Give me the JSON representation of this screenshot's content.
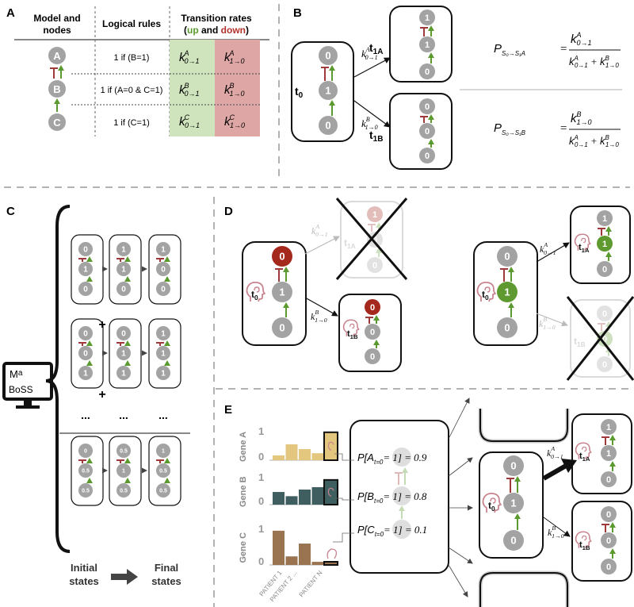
{
  "colors": {
    "node_gray": "#a3a3a3",
    "node_red": "#a5281c",
    "node_green": "#5e9a2f",
    "arrow_green": "#5b9a2f",
    "inhibit_red": "#a03a3a",
    "up_green": "#5a9b2e",
    "down_red": "#b3322c",
    "cell_green": "#cfe3bd",
    "cell_red": "#dfa6a6",
    "head_pink": "#c9848f",
    "bar_gold": "#e3c77f",
    "bar_teal": "#3f5e5f",
    "bar_brown": "#9a7450"
  },
  "panel_labels": {
    "a": "A",
    "b": "B",
    "c": "C",
    "d": "D",
    "e": "E"
  },
  "panel_a": {
    "headers": {
      "model_line1": "Model and",
      "model_line2": "nodes",
      "rules": "Logical rules",
      "rates_line1": "Transition rates",
      "rates_open": "(",
      "rates_up": "up",
      "rates_and": " and ",
      "rates_down": "down",
      "rates_close": ")"
    },
    "rows": [
      {
        "node": "A",
        "rule": "1 if (B=1)"
      },
      {
        "node": "B",
        "rule": "1 if (A=0 & C=1)"
      },
      {
        "node": "C",
        "rule": "1 if (C=1)"
      }
    ]
  },
  "panel_b": {
    "t0": "t",
    "t0_sub": "0",
    "t1a": "t",
    "t1a_sub": "1A",
    "t1b": "t",
    "t1b_sub": "1B",
    "state_t0": [
      "0",
      "1",
      "0"
    ],
    "state_t1a": [
      "1",
      "1",
      "0"
    ],
    "state_t1b": [
      "0",
      "0",
      "0"
    ],
    "prob1_lhs": "P",
    "prob1_sub": "S₀→S₁A",
    "prob2_lhs": "P",
    "prob2_sub": "S₀→S₁B"
  },
  "panel_c": {
    "logo_line1": "M",
    "logo_line1b": "a",
    "logo_line2": "BoSS",
    "initial": "Initial\nstates",
    "initial_l1": "Initial",
    "initial_l2": "states",
    "final_l1": "Final",
    "final_l2": "states",
    "plus": "+",
    "dots": "...",
    "row1": [
      [
        "0",
        "1",
        "0"
      ],
      [
        "1",
        "1",
        "0"
      ],
      [
        "1",
        "0",
        "0"
      ]
    ],
    "row2": [
      [
        "0",
        "0",
        "1"
      ],
      [
        "0",
        "1",
        "1"
      ],
      [
        "1",
        "1",
        "1"
      ]
    ],
    "row3": [
      [
        "0",
        "0.5",
        "0.5"
      ],
      [
        "0.5",
        "1",
        "0.5"
      ],
      [
        "1",
        "0.5",
        "0.5"
      ]
    ]
  },
  "panel_d": {
    "left_t0_state": [
      "0",
      "1",
      "0"
    ],
    "left_t1a_state": [
      "1",
      "0",
      "0"
    ],
    "left_t1b_state": [
      "0",
      "0",
      "0"
    ],
    "right_t0_state": [
      "0",
      "1",
      "0"
    ],
    "right_t1a_state": [
      "1",
      "1",
      "0"
    ],
    "right_t1b_state": [
      "0",
      "0",
      "0"
    ]
  },
  "panel_e": {
    "gene_labels": [
      "Gene A",
      "Gene B",
      "Gene C"
    ],
    "y_top": "1",
    "y_bottom": "0",
    "x_labels": [
      "PATIENT 1",
      "PATIENT 2 ...",
      "PATIENT N"
    ],
    "prob_lines": [
      {
        "var": "A",
        "value": "= 1] = 0.9"
      },
      {
        "var": "B",
        "value": "= 1] = 0.8"
      },
      {
        "var": "C",
        "value": "= 1] = 0.1"
      }
    ],
    "state_t0": [
      "0",
      "1",
      "0"
    ],
    "state_t1a": [
      "1",
      "1",
      "0"
    ],
    "state_t1b": [
      "0",
      "0",
      "0"
    ]
  },
  "chart_data": [
    {
      "type": "bar",
      "ylabel": "Gene A",
      "categories": [
        "PATIENT 1",
        "PATIENT 2 ...",
        "",
        "",
        "PATIENT N"
      ],
      "values": [
        0.15,
        0.5,
        0.35,
        0.22,
        0.88
      ],
      "ylim": [
        0,
        1
      ]
    },
    {
      "type": "bar",
      "ylabel": "Gene B",
      "categories": [
        "PATIENT 1",
        "PATIENT 2 ...",
        "",
        "",
        "PATIENT N"
      ],
      "values": [
        0.42,
        0.28,
        0.5,
        0.58,
        0.82
      ],
      "ylim": [
        0,
        1
      ]
    },
    {
      "type": "bar",
      "ylabel": "Gene C",
      "categories": [
        "PATIENT 1",
        "PATIENT 2 ...",
        "",
        "",
        "PATIENT N"
      ],
      "values": [
        0.88,
        0.22,
        0.55,
        0.08,
        0.0
      ],
      "ylim": [
        0,
        1
      ]
    }
  ]
}
